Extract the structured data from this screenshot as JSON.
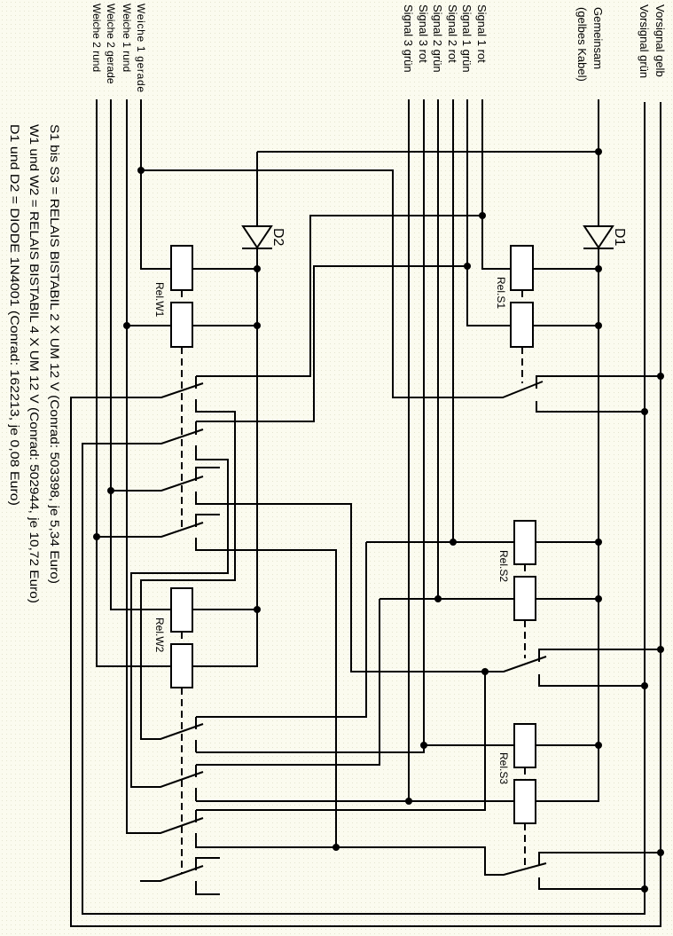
{
  "bus_labels": {
    "vorsignal_gelb": "Vorsignal gelb",
    "vorsignal_gruen": "Vorsignal grün",
    "gemeinsam": "Gemeinsam",
    "gemeinsam_sub": "(gelbes Kabel)",
    "signal1_rot": "Signal 1 rot",
    "signal1_gruen": "Signal 1 grün",
    "signal2_rot": "Signal 2 rot",
    "signal2_gruen": "Signal 2 grün",
    "signal3_rot": "Signal 3 rot",
    "signal3_gruen": "Signal 3 grün",
    "weiche1_gerade": "Weiche 1 gerade",
    "weiche1_rund": "Weiche 1 rund",
    "weiche2_gerade": "Weiche 2 gerade",
    "weiche2_rund": "Weiche 2 rund"
  },
  "components": {
    "d1": "D1",
    "d2": "D2",
    "rel_s1": "Rel.S1",
    "rel_s2": "Rel.S2",
    "rel_s3": "Rel.S3",
    "rel_w1": "Rel.W1",
    "rel_w2": "Rel.W2"
  },
  "notes": [
    "S1 bis S3 = RELAIS BISTABIL 2 X UM 12 V (Conrad: 503398, je 5,34 Euro)",
    "W1 und W2 = RELAIS BISTABIL 4 X UM 12 V (Conrad: 502944, je 10,72 Euro)",
    "D1 und D2 = DIODE 1N4001 (Conrad: 162213, je 0,08 Euro)"
  ],
  "colors": {
    "wire": "#000000",
    "background": "#fbfbef"
  }
}
